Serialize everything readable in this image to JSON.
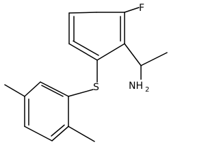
{
  "molecule": {
    "atoms": {
      "fluorine": "F",
      "sulfur": "S",
      "amine": "NH",
      "amine_subscript": "2"
    }
  }
}
